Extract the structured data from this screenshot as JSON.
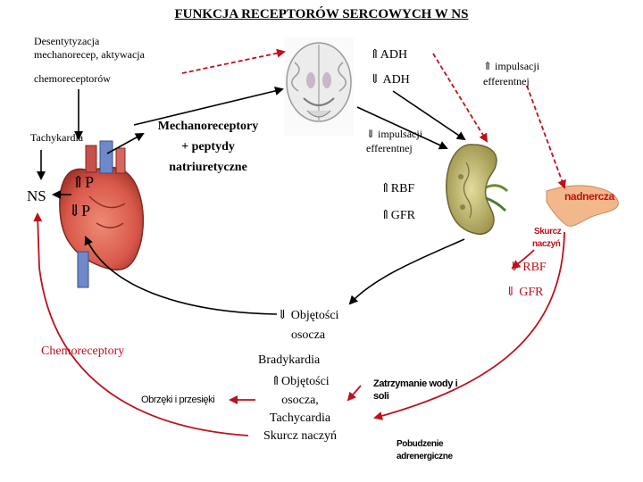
{
  "title": "FUNKCJA RECEPTORÓW SERCOWYCH W NS",
  "labels": {
    "desens_line1": "Desentytyzacja",
    "desens_line2": "mechanorecep, aktywacja",
    "chemoreceptors_top": "chemoreceptorów",
    "tachykardia": "Tachykardia",
    "ns": "NS",
    "mechano_line1": "Mechanoreceptory",
    "mechano_line2": "+ peptydy",
    "mechano_line3": "natriuretyczne",
    "p_up": "⇑P",
    "p_down": "⇓P",
    "adh_up": "⇑ADH",
    "adh_down": "⇓ ADH",
    "impulse_up_line1": "⇑ impulsacji",
    "impulse_up_line2": "efferentnej",
    "impulse_down_line1": "⇓ impulsacji",
    "impulse_down_line2": "efferentnej",
    "rbf_up": "⇑RBF",
    "gfr_up": "⇑GFR",
    "nadnercza": "nadnercza",
    "skurcz_line1": "Skurcz",
    "skurcz_line2": "naczyń",
    "rbf_down": "⇓ RBF",
    "gfr_down": "⇓ GFR",
    "obj_down_line1": "⇓ Objętości",
    "obj_down_line2": "osocza",
    "chemoreceptory": "Chemoreceptory",
    "brady": "Bradykardia",
    "obj_up_line1": "⇑Objętości",
    "obj_up_line2": "osocza,",
    "tachy2": "Tachycardia",
    "skurcz2": "Skurcz naczyń",
    "obrzeki": "Obrzęki i przesięki",
    "zatrzymanie_line1": "Zatrzymanie wody i",
    "zatrzymanie_line2": "soli",
    "pobudzenie_line1": "Pobudzenie",
    "pobudzenie_line2": "adrenergiczne"
  },
  "colors": {
    "accent_red": "#c0101a",
    "arrow_black": "#000000",
    "heart": "#d8584a",
    "kidney": "#c9c07a",
    "adrenal": "#f2b78a"
  },
  "icons": [
    "brain-illustration",
    "heart-illustration",
    "kidney-illustration",
    "adrenal-gland-illustration"
  ]
}
